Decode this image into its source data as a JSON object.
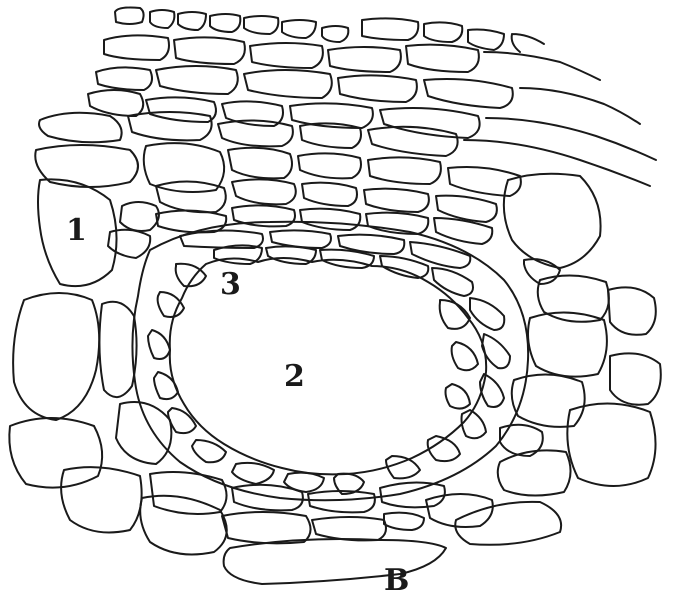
{
  "labels": {
    "one": "1",
    "two": "2",
    "three": "3",
    "b": "B"
  }
}
